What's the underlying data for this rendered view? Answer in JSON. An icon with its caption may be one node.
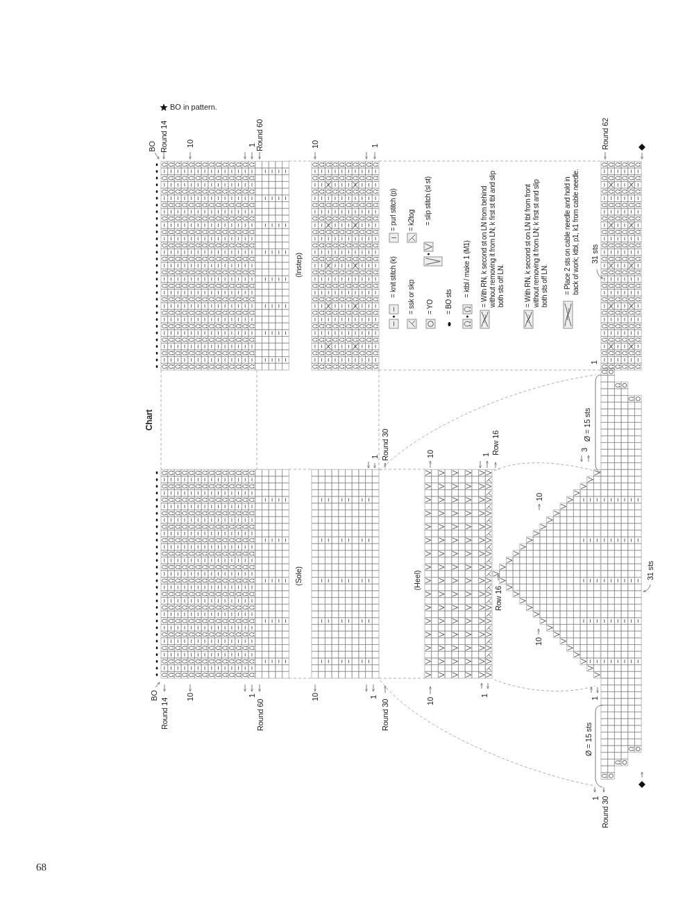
{
  "diagram": {
    "title": "Chart",
    "labels": [
      "BO",
      "Round 14",
      "10",
      "1",
      "Round 60",
      "10",
      "1",
      "Round 62",
      "(Instep)",
      "1",
      "Round 30",
      "10",
      "1",
      "Row 16",
      "Ø = 15 sts",
      "3",
      "1",
      "31 sts",
      "(Sole)",
      "(Heel)",
      "10",
      "Row 16",
      "10",
      "31 sts",
      "BO",
      "Round 14",
      "10",
      "1",
      "Round 60",
      "10",
      "1",
      "Round 30",
      "10",
      "1",
      "Ø = 15 sts",
      "1",
      "1",
      "Round 30",
      "BO in pattern.",
      "68"
    ],
    "legend": [
      {
        "text": "= knit stitch (k)"
      },
      {
        "text": "= purl stitch (p)"
      },
      {
        "text": "= ssk or skp"
      },
      {
        "text": "= k2tog"
      },
      {
        "text": "= YO"
      },
      {
        "text": "= slip stitch (sl st)"
      },
      {
        "text": "= BO sts"
      },
      {
        "text": "= ktbl / make 1 (M1)"
      },
      {
        "text": "= With RN, k second st on LN from behind without removing it from LN; k first st tbl and slip both sts off LN."
      },
      {
        "text": "= With RN, k second st on LN tbl from front without removing it from LN; k first st and slip both sts off LN."
      },
      {
        "text": "= Place 2 sts on cable needle and hold in back of work; ktbl, p1, k1 from cable needle."
      }
    ]
  }
}
